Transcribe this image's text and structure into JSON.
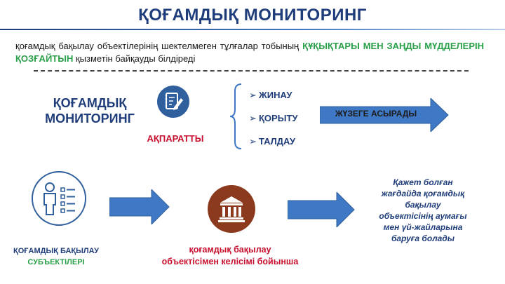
{
  "title": "ҚОҒАМДЫҚ МОНИТОРИНГ",
  "intro": {
    "part1": "қоғамдық бақылау объектілерінің шектелмеген тұлғалар тобының ",
    "highlight": "ҚҰҚЫҚТАРЫ МЕН ЗАҢДЫ МҮДДЕЛЕРІН ҚОЗҒАЙТЫН",
    "part2": " қызметін байқауды білдіреді"
  },
  "monitoring": {
    "line1": "ҚОҒАМДЫҚ",
    "line2": "МОНИТОРИНГ",
    "info_label": "АҚПАРАТТЫ",
    "bullets": [
      "ЖИНАУ",
      "ҚОРЫТУ",
      "ТАЛДАУ"
    ],
    "arrow_label": "ЖҮЗЕГЕ АСЫРАДЫ"
  },
  "subjects": {
    "line1": "ҚОҒАМДЫҚ БАҚЫЛАУ",
    "line2": "СУБЪЕКТІЛЕРІ"
  },
  "consent": {
    "line1": "қоғамдық бақылау",
    "line2": "объектісімен келісімі бойынша"
  },
  "access": {
    "lines": [
      "Қажет болған",
      "жағдайда қоғамдық",
      "бақылау",
      "объектісінің аумағы",
      "мен үй-жайларына",
      "баруға болады"
    ]
  },
  "colors": {
    "primary": "#1f3d7a",
    "accent_green": "#2aa04a",
    "accent_red": "#c8102e",
    "arrow_blue": "#3f78c4",
    "bank_brown": "#8b3a1e"
  },
  "icons": {
    "info": "document-pen-icon",
    "subjects": "person-checklist-icon",
    "object": "bank-building-icon",
    "bullet": "chevron-right-icon"
  }
}
